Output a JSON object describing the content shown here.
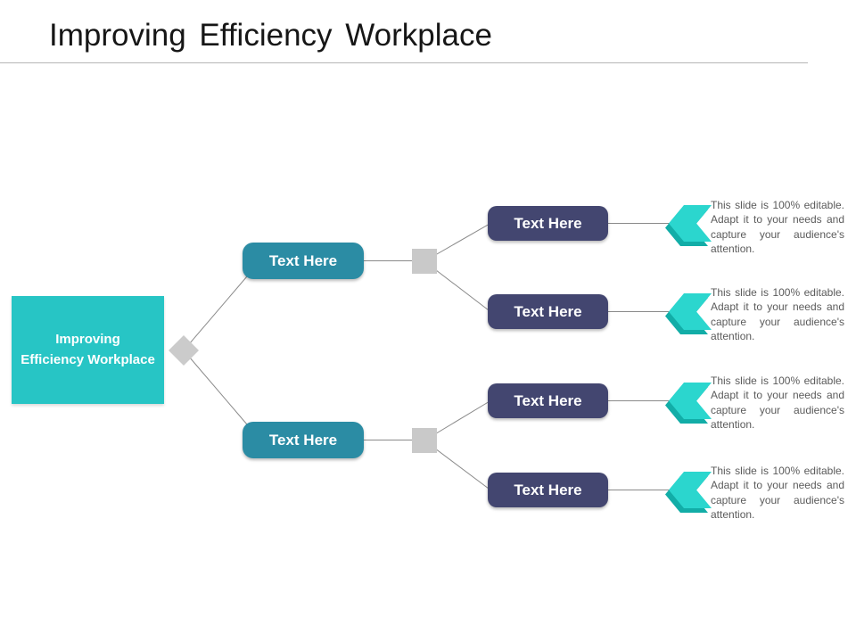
{
  "slide": {
    "title": "Improving Efficiency Workplace"
  },
  "diagram": {
    "root": {
      "label_lines": [
        "Improving",
        "Efficiency Workplace"
      ]
    },
    "branches": [
      {
        "label": "Text Here"
      },
      {
        "label": "Text Here"
      }
    ],
    "leaves": [
      {
        "label": "Text Here",
        "description": "This slide is 100% editable. Adapt it to your needs and capture your audience's attention."
      },
      {
        "label": "Text Here",
        "description": "This slide is 100% editable. Adapt it to your needs and capture your audience's attention."
      },
      {
        "label": "Text Here",
        "description": "This slide is 100% editable. Adapt it to your needs and capture your audience's attention."
      },
      {
        "label": "Text Here",
        "description": "This slide is 100% editable. Adapt it to your needs and capture your audience's attention."
      }
    ]
  },
  "icons": {
    "row_marker": "chevron-left-arrow"
  },
  "colors": {
    "root_fill": "#27c5c5",
    "branch_fill": "#2b8ca4",
    "leaf_fill": "#434670",
    "arrow_fill": "#2bd6ce",
    "arrow_shadow": "#12ada7",
    "connector_gray": "#c9c9c9",
    "line_gray": "#8a8a8a",
    "description_text": "#5b5b5b",
    "title_text": "#161616"
  }
}
